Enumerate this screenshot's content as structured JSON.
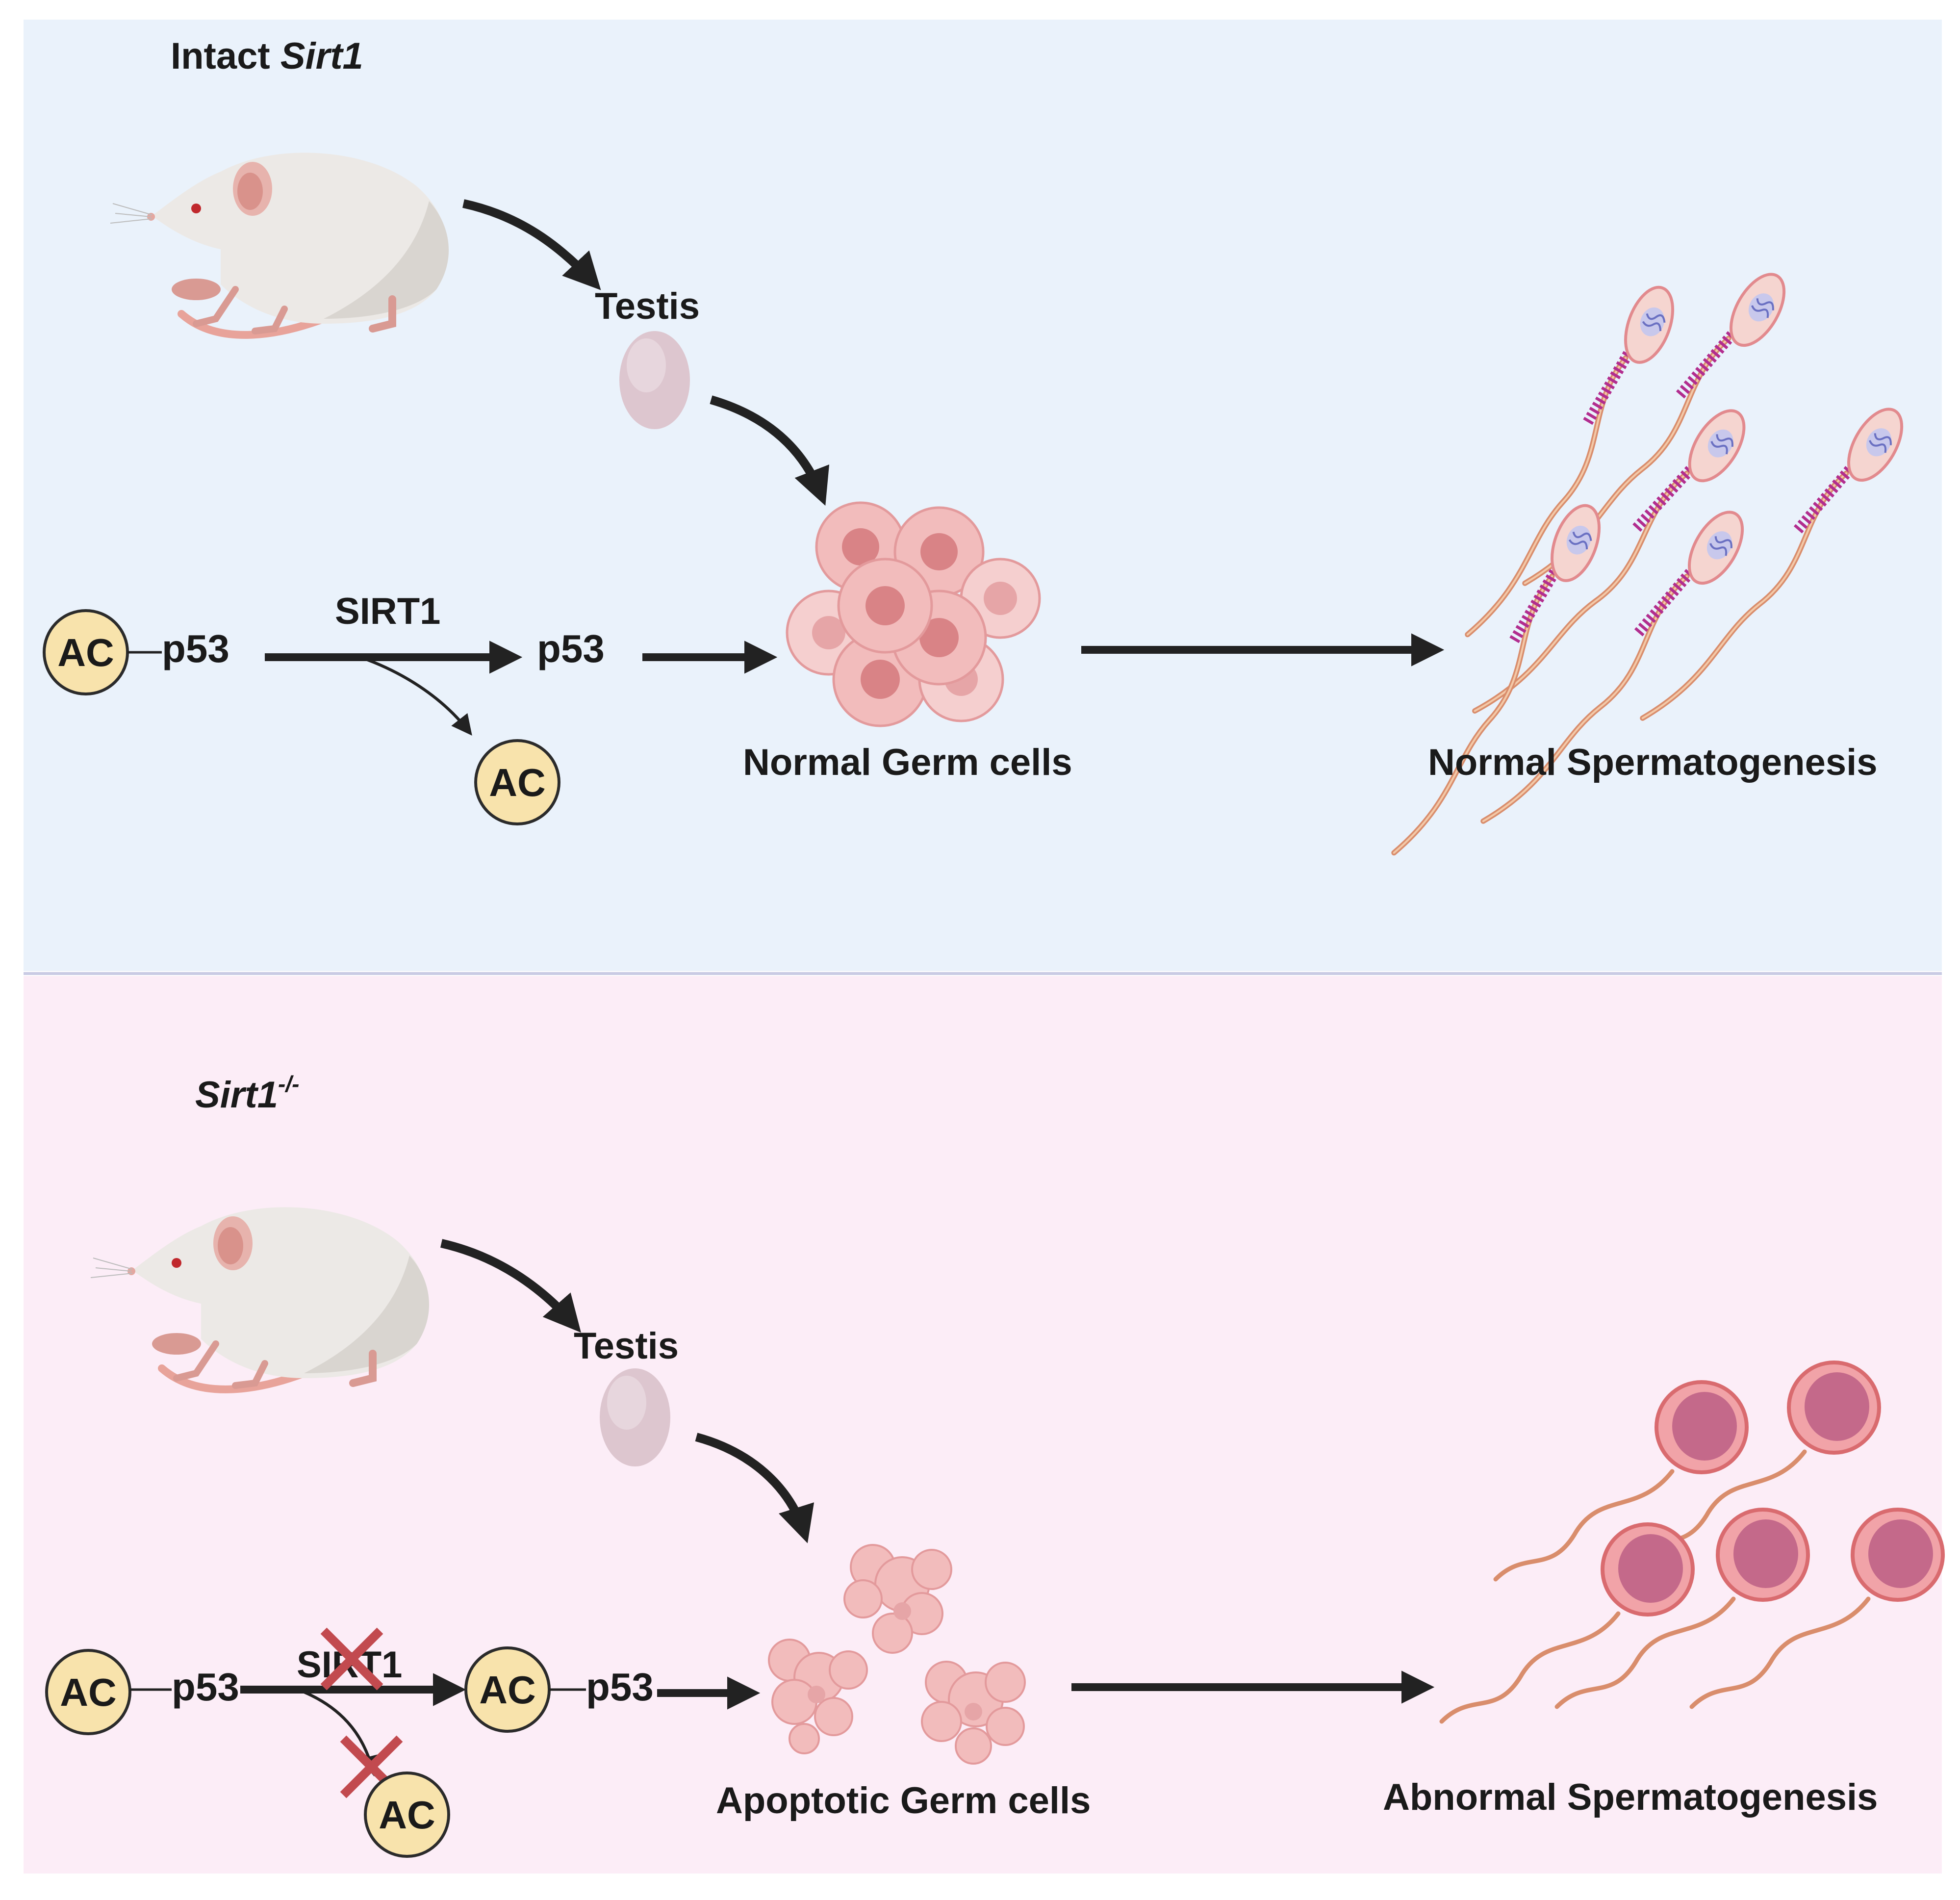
{
  "colors": {
    "top_panel": "#eaf2fb",
    "bottom_panel": "#fcedf7",
    "divider": "#c9cbe4",
    "arrow": "#222222",
    "ac_fill": "#f8e3ac",
    "ac_stroke": "#2b2b2b",
    "cross": "#c24a4f",
    "cell_fill": "#f2bcbc",
    "cell_nucleus": "#d98386",
    "sperm_tail": "#d98d6c",
    "sperm_mid": "#b22d8f",
    "abnormal_head": "#f1a3a8",
    "abnormal_nucleus": "#c4698a"
  },
  "top": {
    "title_plain": "Intact ",
    "title_italic": "Sirt1",
    "testis_label": "Testis",
    "ac_label": "AC",
    "p53_label": "p53",
    "sirt1_label": "SIRT1",
    "p53_free_label": "p53",
    "released_ac_label": "AC",
    "cells_label": "Normal Germ cells",
    "outcome_label": "Normal Spermatogenesis"
  },
  "bottom": {
    "title_italic": "Sirt1",
    "title_sup": "-/-",
    "testis_label": "Testis",
    "ac_label": "AC",
    "p53_label": "p53",
    "sirt1_label": "SIRT1",
    "ac2_label": "AC",
    "p53_2_label": "p53",
    "blocked_ac_label": "AC",
    "cells_label": "Apoptotic Germ cells",
    "outcome_label": "Abnormal Spermatogenesis"
  }
}
